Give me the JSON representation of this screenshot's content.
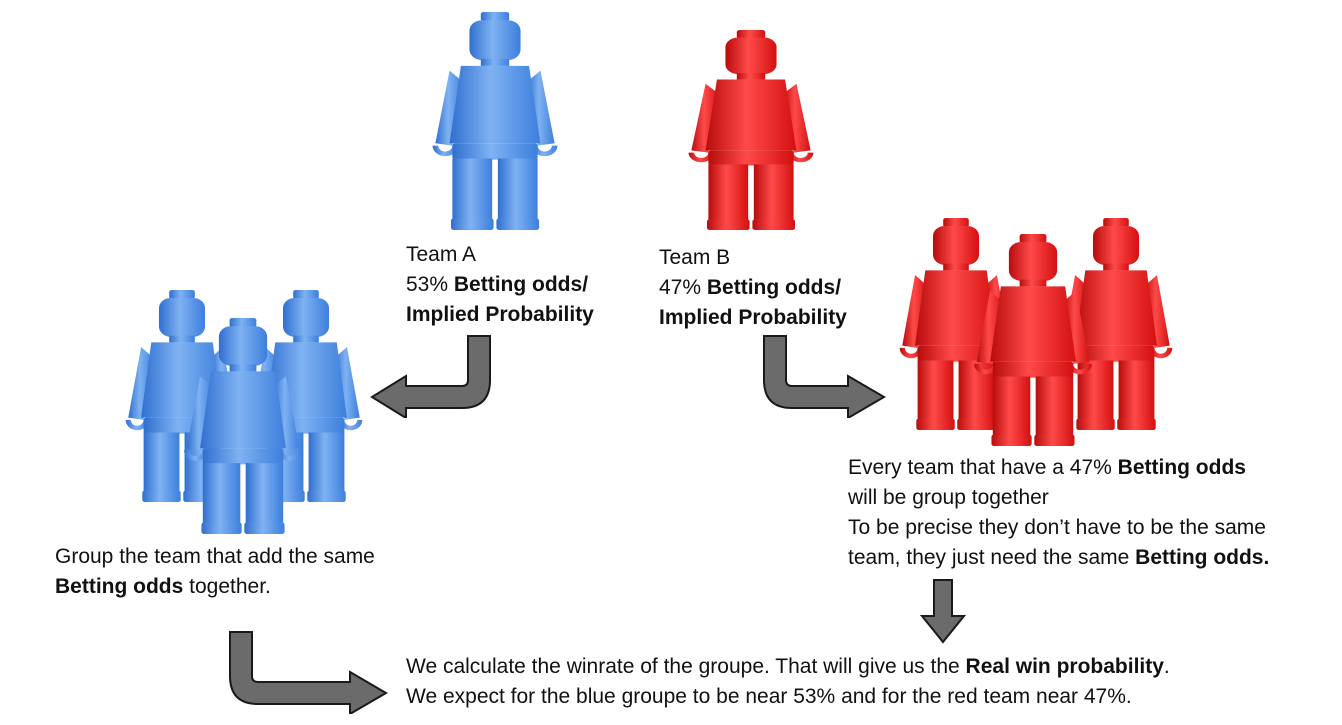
{
  "colors": {
    "blue": "#4d8ee6",
    "blue_dark": "#2f6fcf",
    "blue_light": "#7fb2f2",
    "red": "#e81818",
    "red_dark": "#b80c0c",
    "red_light": "#ff5050",
    "arrow_fill": "#6b6b6b",
    "arrow_stroke": "#1a1a1a"
  },
  "icons": {
    "figure": "minifigure-icon",
    "arrow": "bent-arrow-icon"
  },
  "team_a": {
    "name": "Team A",
    "pct": "53%",
    "odds": "Betting odds",
    "slash": "/",
    "implied": "Implied Probability"
  },
  "team_b": {
    "name": "Team B",
    "pct": "47%",
    "odds": "Betting odds",
    "slash": "/",
    "implied": "Implied Probability"
  },
  "group_blue": {
    "line1": "Group the team that add the same",
    "odds": "Betting odds",
    "tail": " together."
  },
  "group_red": {
    "line1_a": "Every team that have a 47% ",
    "line1_b": "Betting odds",
    "line2": "will be group together",
    "line3": "To be precise they don’t have to be the same",
    "line4_a": "team, they just need the same ",
    "line4_b": "Betting odds."
  },
  "conclusion": {
    "line1_a": "We calculate the winrate of the groupe. That will give us the ",
    "line1_b": "Real win probability",
    "line1_c": ".",
    "line2": "We expect for the blue groupe to be near 53% and for the red team near 47%."
  }
}
